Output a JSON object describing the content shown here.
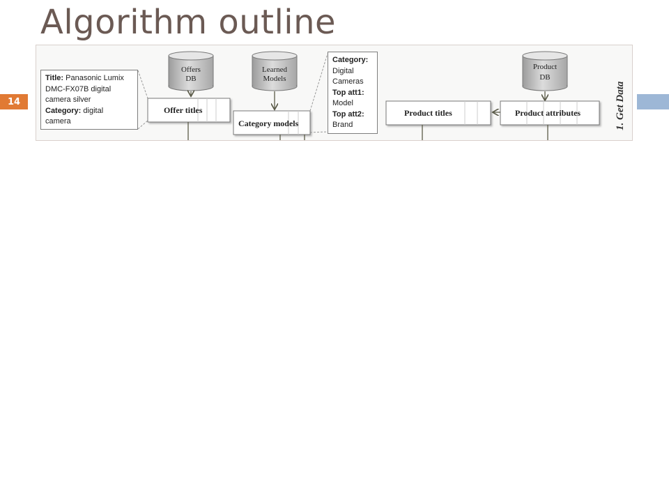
{
  "slide": {
    "title": "Algorithm outline",
    "number": "14",
    "accent_colors": {
      "number_badge": "#e17a34",
      "right_bar": "#9db7d6",
      "title": "#6b5a54"
    }
  },
  "diagram": {
    "databases": [
      {
        "id": "offers",
        "line1": "Offers",
        "line2": "DB"
      },
      {
        "id": "learned",
        "line1": "Learned",
        "line2": "Models"
      },
      {
        "id": "product",
        "line1": "Product",
        "line2": "DB"
      }
    ],
    "boxes": {
      "offer_titles": "Offer titles",
      "category_models": "Category models",
      "product_titles": "Product titles",
      "product_attributes": "Product attributes"
    },
    "offer_callout": {
      "title_label": "Title:",
      "title_value_1": "Panasonic Lumix",
      "title_value_2": "DMC-FX07B digital",
      "title_value_3": "camera silver",
      "category_label": "Category:",
      "category_value_1": "digital",
      "category_value_2": "camera"
    },
    "model_callout": {
      "category_label": "Category:",
      "category_value_1": "Digital",
      "category_value_2": "Cameras",
      "att1_label": "Top att1:",
      "att1_value": "Model",
      "att2_label": "Top att2:",
      "att2_value": "Brand"
    },
    "stage_label": "1. Get Data"
  }
}
